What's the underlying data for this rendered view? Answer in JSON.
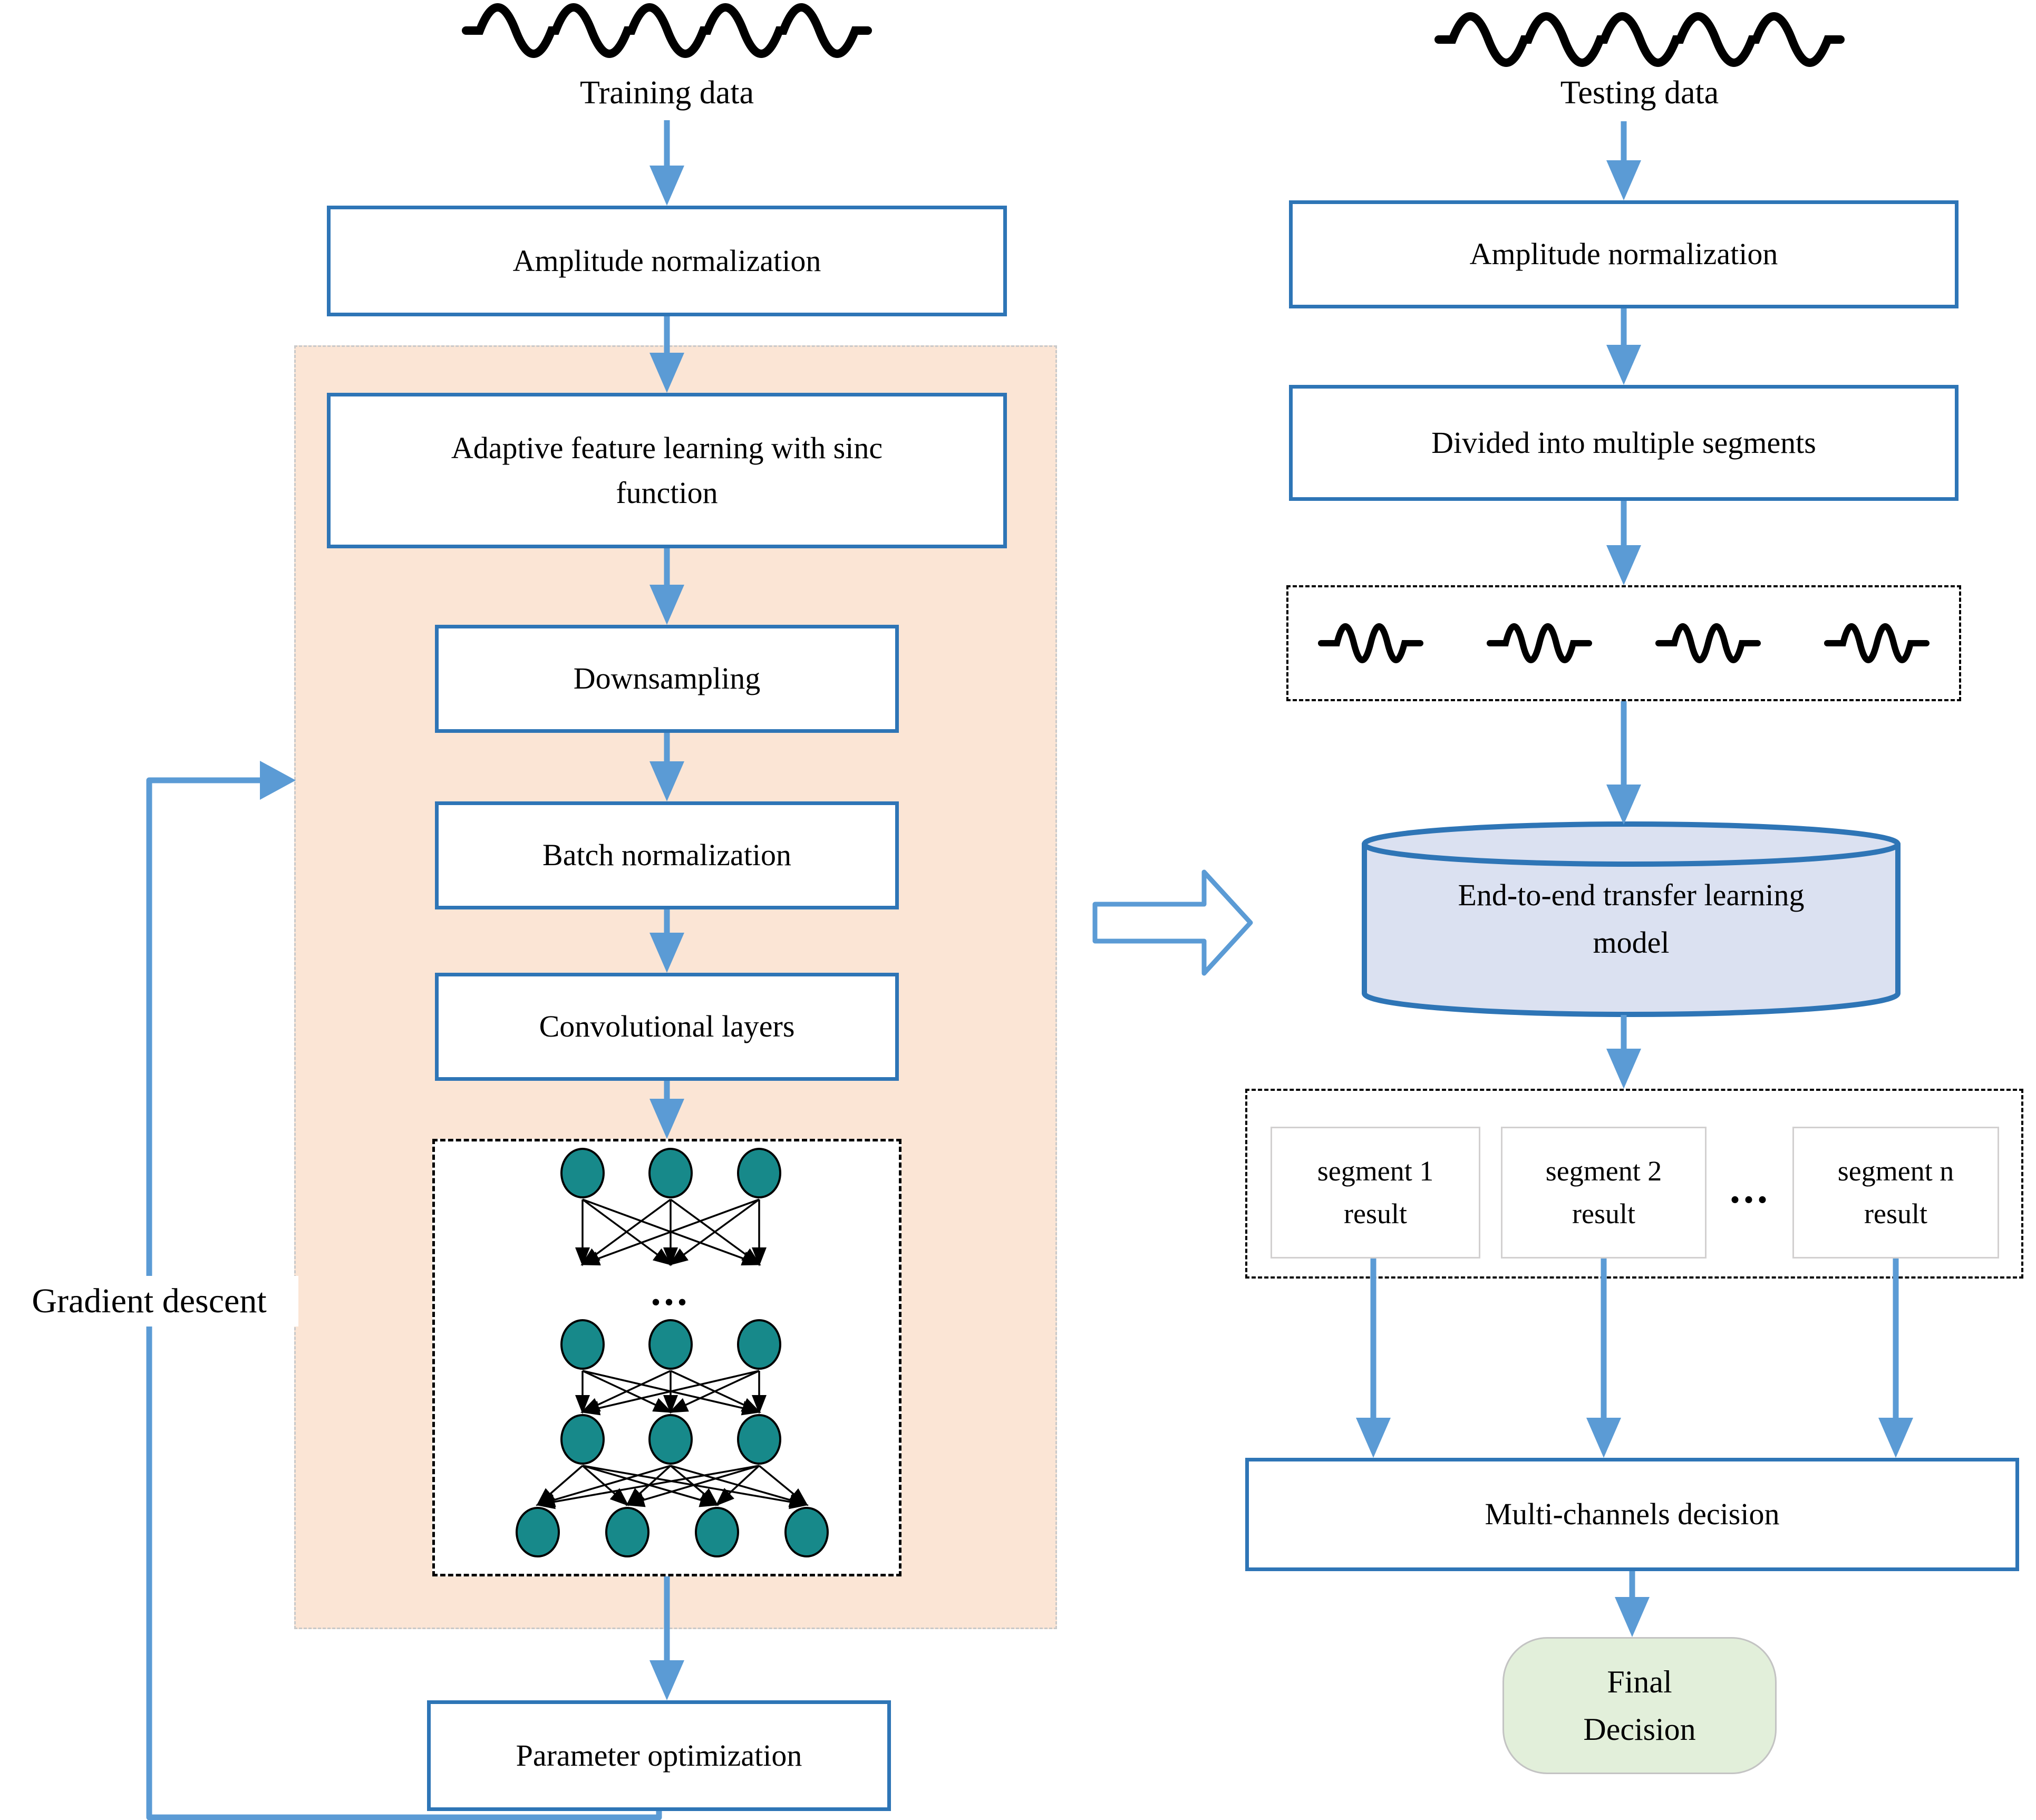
{
  "figure": {
    "training_column": {
      "signal_label": "Training data",
      "amplitude_box": "Amplitude normalization",
      "adaptive_box_line1": "Adaptive feature learning with sinc",
      "adaptive_box_line2": "function",
      "downsampling_box": "Downsampling",
      "batchnorm_box": "Batch normalization",
      "conv_box": "Convolutional layers",
      "nn_ellipsis": "...",
      "param_box": "Parameter optimization",
      "gradient_loop_label": "Gradient descent"
    },
    "testing_column": {
      "signal_label": "Testing data",
      "amplitude_box": "Amplitude normalization",
      "divided_box": "Divided into multiple segments",
      "model_line1": "End-to-end transfer learning",
      "model_line2": "model",
      "segments": [
        {
          "line1": "segment 1",
          "line2": "result"
        },
        {
          "line1": "segment 2",
          "line2": "result"
        },
        {
          "line1": "segment n",
          "line2": "result"
        }
      ],
      "segments_ellipsis": "...",
      "multi_box": "Multi-channels decision",
      "final_line1": "Final",
      "final_line2": "Decision"
    },
    "colors": {
      "arrow_blue": "#5b9bd5",
      "box_border_blue": "#2e75b6",
      "panel_fill": "#fbe5d5",
      "panel_border": "#c9c9c9",
      "node_teal": "#17898a",
      "cylinder_fill": "#dbe1f1",
      "final_fill": "#e2efda",
      "segment_box_border": "#d2d0d0",
      "signal_black": "#000000"
    }
  }
}
